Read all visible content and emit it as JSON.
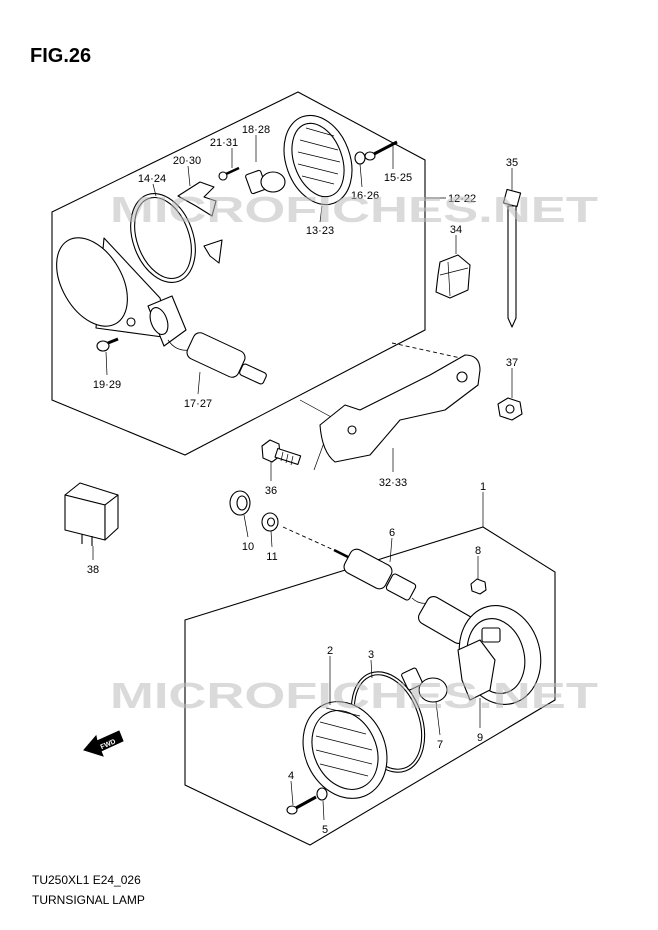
{
  "figure_title": "FIG.26",
  "callouts": [
    "18·28",
    "21·31",
    "20·30",
    "14·24",
    "15·25",
    "16·26",
    "12·22",
    "13·23",
    "35",
    "34",
    "37",
    "19·29",
    "17·27",
    "32·33",
    "36",
    "1",
    "10",
    "11",
    "6",
    "8",
    "38",
    "2",
    "3",
    "7",
    "9",
    "4",
    "5"
  ],
  "watermark": "MICROFICHES.NET",
  "fwd_label": "FWD",
  "footer": {
    "code": "TU250XL1 E24_026",
    "name": "TURNSIGNAL LAMP"
  }
}
